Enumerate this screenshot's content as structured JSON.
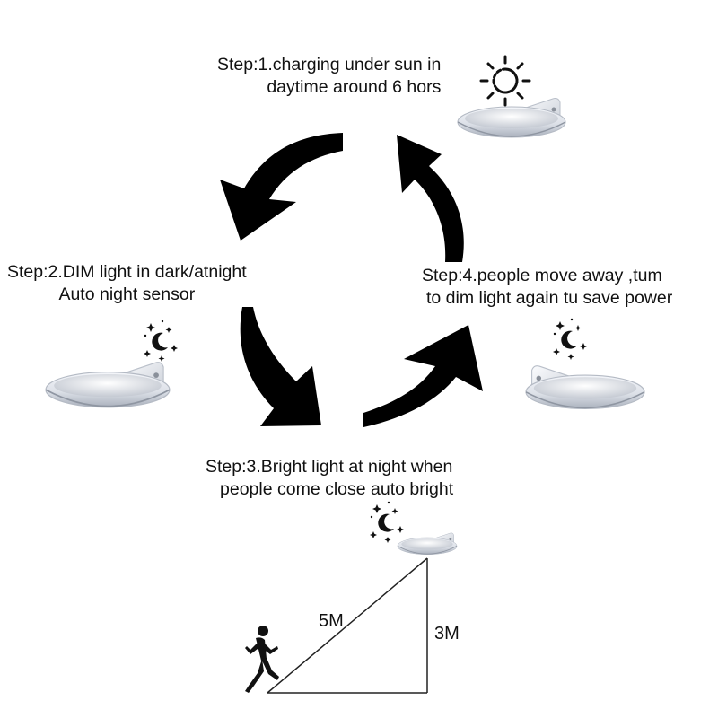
{
  "steps": {
    "step1": {
      "line1": "Step:1.charging under sun in",
      "line2": "daytime around 6 hors"
    },
    "step2": {
      "line1": "Step:2.DIM light in dark/atnight",
      "line2": "Auto night sensor"
    },
    "step3": {
      "line1": "Step:3.Bright light at night when",
      "line2": "people come close auto bright"
    },
    "step4": {
      "line1": "Step:4.people move away ,tum",
      "line2": "to dim light again tu save power"
    }
  },
  "distances": {
    "hypotenuse": "5M",
    "height": "3M"
  },
  "icons": [
    "sun-icon",
    "moon-stars-icon",
    "solar-lamp-icon",
    "running-person-icon",
    "cycle-arrow-icon"
  ],
  "colors": {
    "arrow": "#000000",
    "lamp_body": "#e6e9ef",
    "lamp_shadow": "#9aa1ad",
    "text": "#111111"
  }
}
